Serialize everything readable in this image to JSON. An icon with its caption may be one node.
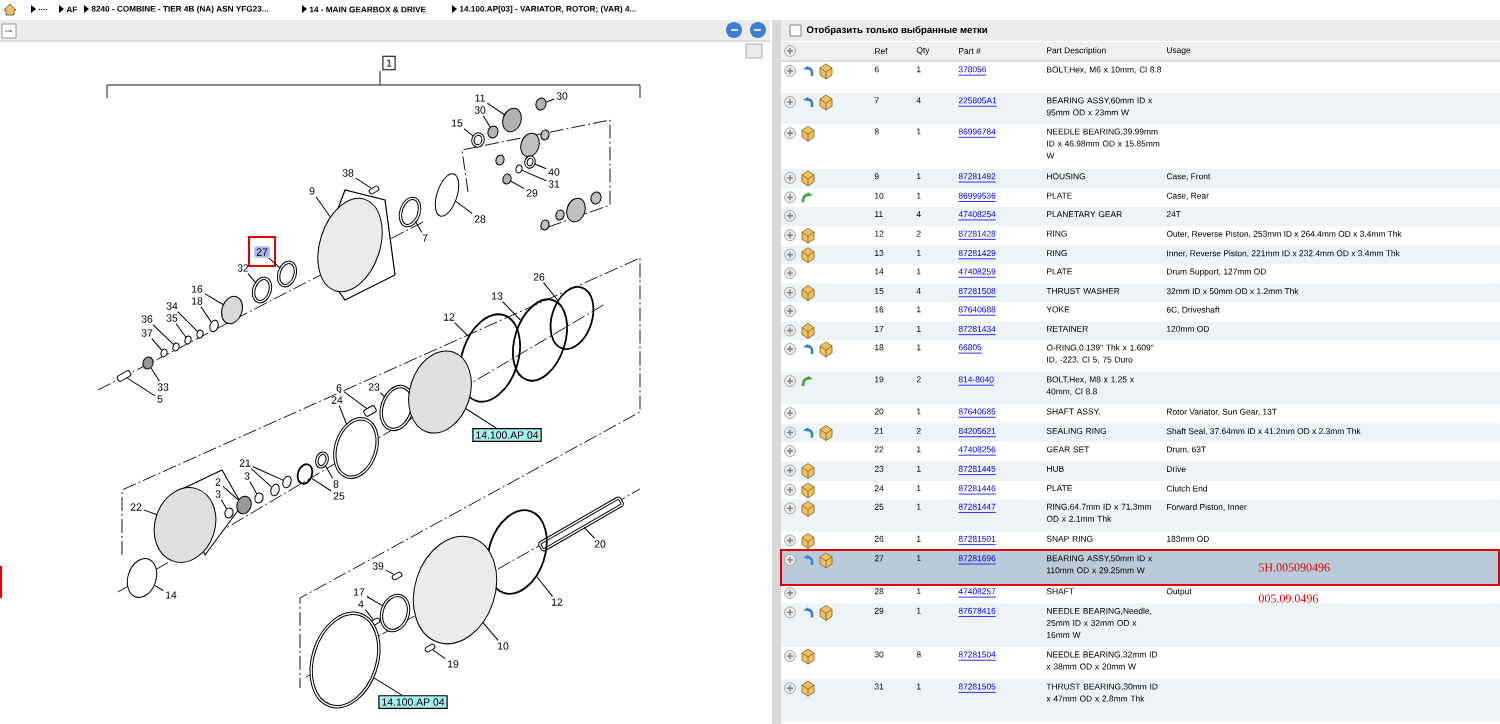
{
  "diagram": {
    "nodes": [
      {
        "text": [
          "1"
        ]
      },
      {
        "text": [
          "11"
        ]
      },
      {
        "text": [
          "30"
        ]
      },
      {
        "text": [
          "30"
        ]
      },
      {
        "text": [
          "15"
        ]
      },
      {
        "text": [
          "38"
        ]
      },
      {
        "text": [
          "40"
        ]
      },
      {
        "text": [
          "31"
        ]
      },
      {
        "text": [
          "29"
        ]
      },
      {
        "text": [
          "9"
        ]
      },
      {
        "text": [
          "28"
        ]
      },
      {
        "text": [
          "7"
        ]
      },
      {
        "text": [
          "27"
        ]
      },
      {
        "text": [
          "32"
        ]
      },
      {
        "text": [
          "26"
        ]
      },
      {
        "text": [
          "16"
        ]
      },
      {
        "text": [
          "13"
        ]
      },
      {
        "text": [
          "18"
        ]
      },
      {
        "text": [
          "34"
        ]
      },
      {
        "text": [
          "12"
        ]
      },
      {
        "text": [
          "35"
        ]
      },
      {
        "text": [
          "36"
        ]
      },
      {
        "text": [
          "37"
        ]
      },
      {
        "text": [
          "33"
        ]
      },
      {
        "text": [
          "5"
        ]
      },
      {
        "text": [
          "6"
        ]
      },
      {
        "text": [
          "23"
        ]
      },
      {
        "text": [
          "24"
        ]
      },
      {
        "text": [
          "14.100.AP 04"
        ]
      },
      {
        "text": [
          "21"
        ]
      },
      {
        "text": [
          "3"
        ]
      },
      {
        "text": [
          "2"
        ]
      },
      {
        "text": [
          "8"
        ]
      },
      {
        "text": [
          "3"
        ]
      },
      {
        "text": [
          "25"
        ]
      },
      {
        "text": [
          "22"
        ]
      },
      {
        "text": [
          "20"
        ]
      },
      {
        "text": [
          "39"
        ]
      },
      {
        "text": [
          "14"
        ]
      },
      {
        "text": [
          "17"
        ]
      },
      {
        "text": [
          "4"
        ]
      },
      {
        "text": [
          "12"
        ]
      },
      {
        "text": [
          "10"
        ]
      },
      {
        "text": [
          "19"
        ]
      },
      {
        "text": [
          "14.100.AP 04"
        ]
      },
      {
        "text": [],
        "shape": "circle"
      },
      {
        "text": [],
        "shape": "circle"
      },
      {
        "text": [],
        "shape": "circle"
      },
      {
        "text": [],
        "shape": "circle"
      },
      {
        "text": [],
        "shape": "bar"
      },
      {
        "text": [],
        "shape": "circle"
      },
      {
        "text": [],
        "shape": "circle"
      },
      {
        "text": [],
        "shape": "circle"
      },
      {
        "text": [],
        "shape": "circle"
      },
      {
        "text": [],
        "shape": "circle"
      },
      {
        "text": [],
        "shape": "circle"
      },
      {
        "text": [],
        "shape": "circle"
      },
      {
        "text": [],
        "shape": "circle"
      },
      {
        "text": [],
        "shape": "circle"
      },
      {
        "text": [],
        "shape": "circle"
      },
      {
        "text": [],
        "shape": "circle"
      },
      {
        "text": [],
        "shape": "circle"
      },
      {
        "text": [],
        "shape": "circle"
      },
      {
        "text": [],
        "shape": "circle"
      },
      {
        "text": [],
        "shape": "circle"
      },
      {
        "text": [],
        "shape": "circle"
      },
      {
        "text": [],
        "shape": "circle"
      },
      {
        "text": [],
        "shape": "circle"
      },
      {
        "text": [],
        "shape": "bar"
      },
      {
        "text": [],
        "shape": "bar"
      },
      {
        "text": [],
        "shape": "circle"
      },
      {
        "text": [],
        "shape": "circle"
      },
      {
        "text": [],
        "shape": "circle"
      },
      {
        "text": [],
        "shape": "circle"
      },
      {
        "text": [],
        "shape": "circle"
      },
      {
        "text": [],
        "shape": "circle"
      },
      {
        "text": [],
        "shape": "circle"
      },
      {
        "text": [],
        "shape": "circle"
      },
      {
        "text": [],
        "shape": "circle"
      },
      {
        "text": [],
        "shape": "circle"
      },
      {
        "text": [],
        "shape": "circle"
      },
      {
        "text": [],
        "shape": "bar"
      },
      {
        "text": [],
        "shape": "bar"
      },
      {
        "text": [],
        "shape": "circle"
      },
      {
        "text": [],
        "shape": "circle"
      },
      {
        "text": [],
        "shape": "bar"
      },
      {
        "text": [],
        "shape": "circle"
      },
      {
        "text": [],
        "shape": "circle"
      },
      {
        "text": [],
        "shape": "bar"
      },
      {
        "text": [],
        "shape": "circle"
      }
    ],
    "edges": [
      {
        "from": 1,
        "to": 45,
        "arrow": "none"
      },
      {
        "from": 2,
        "to": 46,
        "arrow": "none"
      },
      {
        "from": 3,
        "to": 47,
        "arrow": "none"
      },
      {
        "from": 4,
        "to": 48,
        "arrow": "none"
      },
      {
        "from": 5,
        "to": 49,
        "arrow": "none"
      },
      {
        "from": 6,
        "to": 50,
        "arrow": "none"
      },
      {
        "from": 7,
        "to": 51,
        "arrow": "none"
      },
      {
        "from": 8,
        "to": 52,
        "arrow": "none"
      },
      {
        "from": 9,
        "to": 53,
        "arrow": "none"
      },
      {
        "from": 10,
        "to": 54,
        "arrow": "none"
      },
      {
        "from": 11,
        "to": 55,
        "arrow": "none"
      },
      {
        "from": 12,
        "to": 56,
        "arrow": "none"
      },
      {
        "from": 13,
        "to": 57,
        "arrow": "none"
      },
      {
        "from": 14,
        "to": 58,
        "arrow": "none"
      },
      {
        "from": 15,
        "to": 59,
        "arrow": "none"
      },
      {
        "from": 16,
        "to": 60,
        "arrow": "none"
      },
      {
        "from": 17,
        "to": 61,
        "arrow": "none"
      },
      {
        "from": 18,
        "to": 62,
        "arrow": "none"
      },
      {
        "from": 19,
        "to": 63,
        "arrow": "none"
      },
      {
        "from": 20,
        "to": 64,
        "arrow": "none"
      },
      {
        "from": 21,
        "to": 65,
        "arrow": "none"
      },
      {
        "from": 22,
        "to": 66,
        "arrow": "none"
      },
      {
        "from": 23,
        "to": 67,
        "arrow": "none"
      },
      {
        "from": 24,
        "to": 68,
        "arrow": "none"
      },
      {
        "from": 25,
        "to": 69,
        "arrow": "none"
      },
      {
        "from": 26,
        "to": 70,
        "arrow": "none"
      },
      {
        "from": 27,
        "to": 71,
        "arrow": "none"
      },
      {
        "from": 28,
        "to": 72,
        "arrow": "none"
      },
      {
        "from": 29,
        "to": 73,
        "arrow": "none"
      },
      {
        "from": 29,
        "to": 74,
        "arrow": "none"
      },
      {
        "from": 30,
        "to": 75,
        "arrow": "none"
      },
      {
        "from": 31,
        "to": 76,
        "arrow": "none"
      },
      {
        "from": 32,
        "to": 77,
        "arrow": "none"
      },
      {
        "from": 33,
        "to": 78,
        "arrow": "none"
      },
      {
        "from": 34,
        "to": 79,
        "arrow": "none"
      },
      {
        "from": 35,
        "to": 80,
        "arrow": "none"
      },
      {
        "from": 36,
        "to": 81,
        "arrow": "none"
      },
      {
        "from": 37,
        "to": 82,
        "arrow": "none"
      },
      {
        "from": 38,
        "to": 83,
        "arrow": "none"
      },
      {
        "from": 39,
        "to": 84,
        "arrow": "none"
      },
      {
        "from": 40,
        "to": 85,
        "arrow": "none"
      },
      {
        "from": 41,
        "to": 86,
        "arrow": "none"
      },
      {
        "from": 42,
        "to": 87,
        "arrow": "none"
      },
      {
        "from": 43,
        "to": 88,
        "arrow": "none"
      },
      {
        "from": 44,
        "to": 89,
        "arrow": "none"
      }
    ],
    "labels": [
      "....",
      "AF",
      "8240 - COMBINE - TIER 4B (NA) ASN YFG23...",
      "14 - MAIN GEARBOX & DRIVE",
      "14.100.AP[03] - VARIATOR, ROTOR; (VAR) 4...",
      "Отобразить только выбранные метки",
      "Ref",
      "Qty",
      "Part #",
      "Part Description",
      "Usage",
      "6",
      "1",
      "378056",
      "BOLT,Hex, M6 x 10mm, Cl 8.8",
      "7",
      "4",
      "225805A1",
      "BEARING ASSY,60mm ID x 95mm OD x 23mm W",
      "8",
      "1",
      "86996784",
      "NEEDLE BEARING,39.99mm ID x 46.98mm OD x 15.85mm W",
      "9",
      "1",
      "87281492",
      "HOUSING",
      "Case, Front",
      "10",
      "1",
      "86999536",
      "PLATE",
      "Case, Rear",
      "11",
      "4",
      "47408254",
      "PLANETARY GEAR",
      "24T",
      "12",
      "2",
      "87281428",
      "RING",
      "Outer, Reverse Piston, 253mm ID x 264.4mm OD x 3.4mm Thk",
      "13",
      "1",
      "87281429",
      "RING",
      "Inner, Reverse Piston, 221mm ID  x 232.4mm OD x 3.4mm Thk",
      "14",
      "1",
      "47408259",
      "PLATE",
      "Drum Support, 127mm OD",
      "15",
      "4",
      "87281508",
      "THRUST WASHER",
      "32mm ID x 50mm OD x 1.2mm Thk",
      "16",
      "1",
      "87640688",
      "YOKE",
      "6C, Driveshaft",
      "17",
      "1",
      "87281434",
      "RETAINER",
      "120mm OD",
      "18",
      "1",
      "66805",
      "O-RING,0.139\" Thk x 1.609\" ID, -223, Cl 5, 75 Duro",
      "19",
      "2",
      "814-8040",
      "BOLT,Hex, M8 x 1.25 x 40mm, Cl 8.8",
      "20",
      "1",
      "87640685",
      "SHAFT ASSY.",
      "Rotor Variator, Sun Gear, 13T",
      "21",
      "2",
      "84205621",
      "SEALING RING",
      "Shaft Seal, 37.64mm ID x 41.2mm OD x  2.3mm Thk",
      "22",
      "1",
      "47408256",
      "GEAR SET",
      "Drum, 63T",
      "23",
      "1",
      "87281445",
      "HUB",
      "Drive",
      "24",
      "1",
      "87281446",
      "PLATE",
      "Clutch End",
      "25",
      "1",
      "87281447",
      "RING,64.7mm ID x 71.3mm OD x 2.1mm Thk",
      "Forward Piston, Inner",
      "26",
      "1",
      "87281501",
      "SNAP RING",
      "183mm OD",
      "27",
      "1",
      "87281696",
      "BEARING ASSY,50mm ID x 110mm OD x 29.25mm W",
      "28",
      "1",
      "47408257",
      "SHAFT",
      "Output",
      "29",
      "1",
      "87678416",
      "NEEDLE BEARING,Needle, 25mm ID x 32mm OD x 16mm W",
      "30",
      "8",
      "87281504",
      "NEEDLE BEARING,32mm ID x 38mm OD x 20mm W",
      "31",
      "1",
      "87281505",
      "THRUST BEARING,30mm ID x 47mm OD x 2.8mm Thk",
      "5H.005090496",
      "005.09.0496"
    ]
  }
}
